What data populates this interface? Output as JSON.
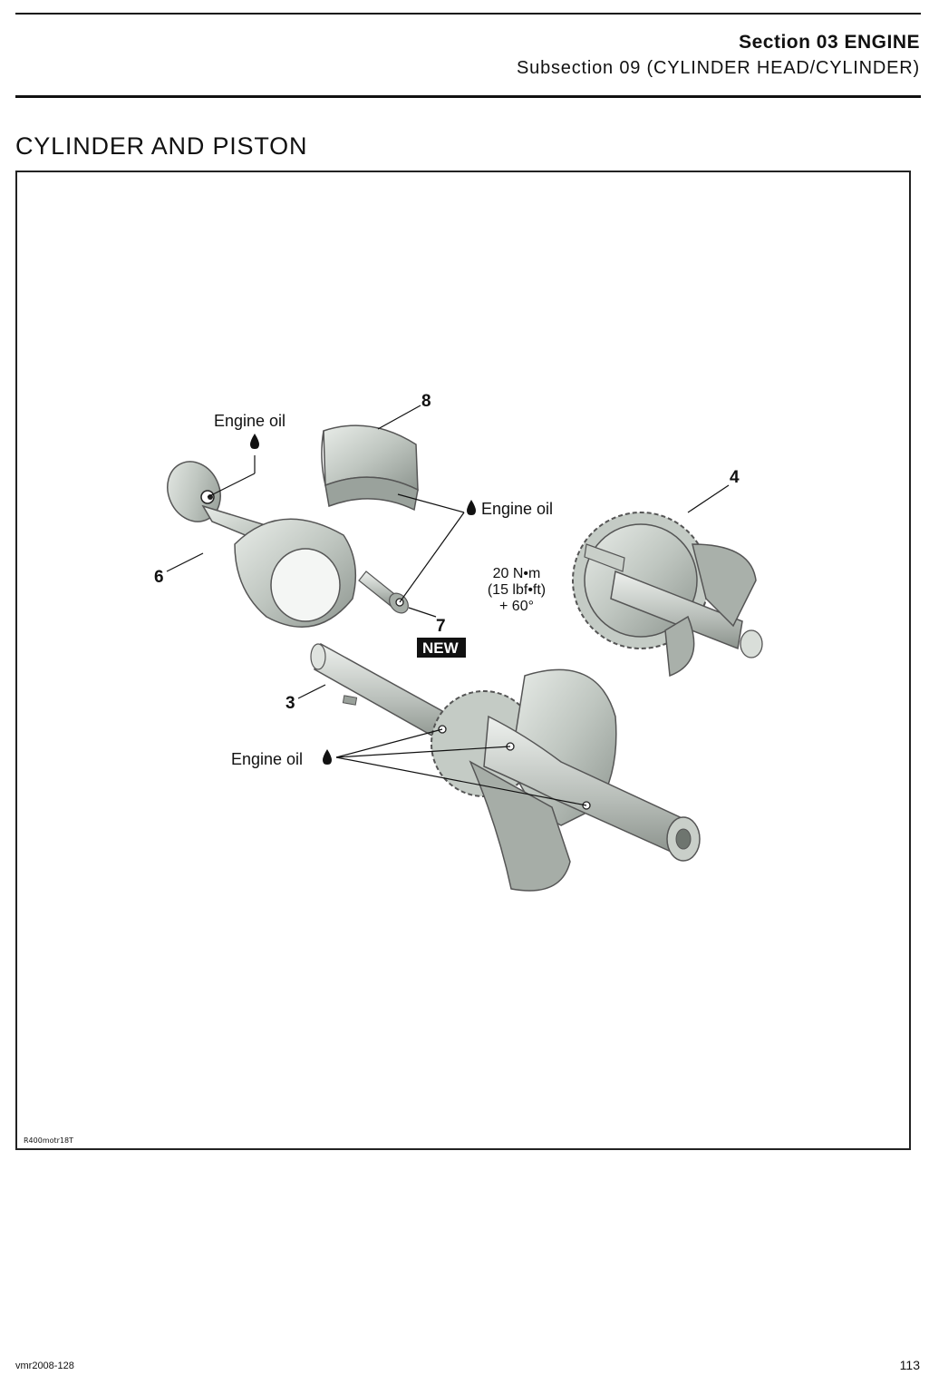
{
  "header": {
    "section": "Section 03 ENGINE",
    "subsection": "Subsection 09 (CYLINDER HEAD/CYLINDER)"
  },
  "page_title": "CYLINDER AND PISTON",
  "figure": {
    "code": "R400motr18T",
    "callouts": {
      "oil_1": "Engine oil",
      "oil_2": "Engine oil",
      "oil_3": "Engine oil",
      "n8": "8",
      "n4": "4",
      "n6": "6",
      "n7": "7",
      "n3": "3",
      "new_badge": "NEW",
      "torque_line1": "20 N•m",
      "torque_line2": "(15 lbf•ft)",
      "torque_line3": "+ 60°"
    }
  },
  "footer": {
    "doc_ref": "vmr2008-128",
    "page_number": "113"
  }
}
